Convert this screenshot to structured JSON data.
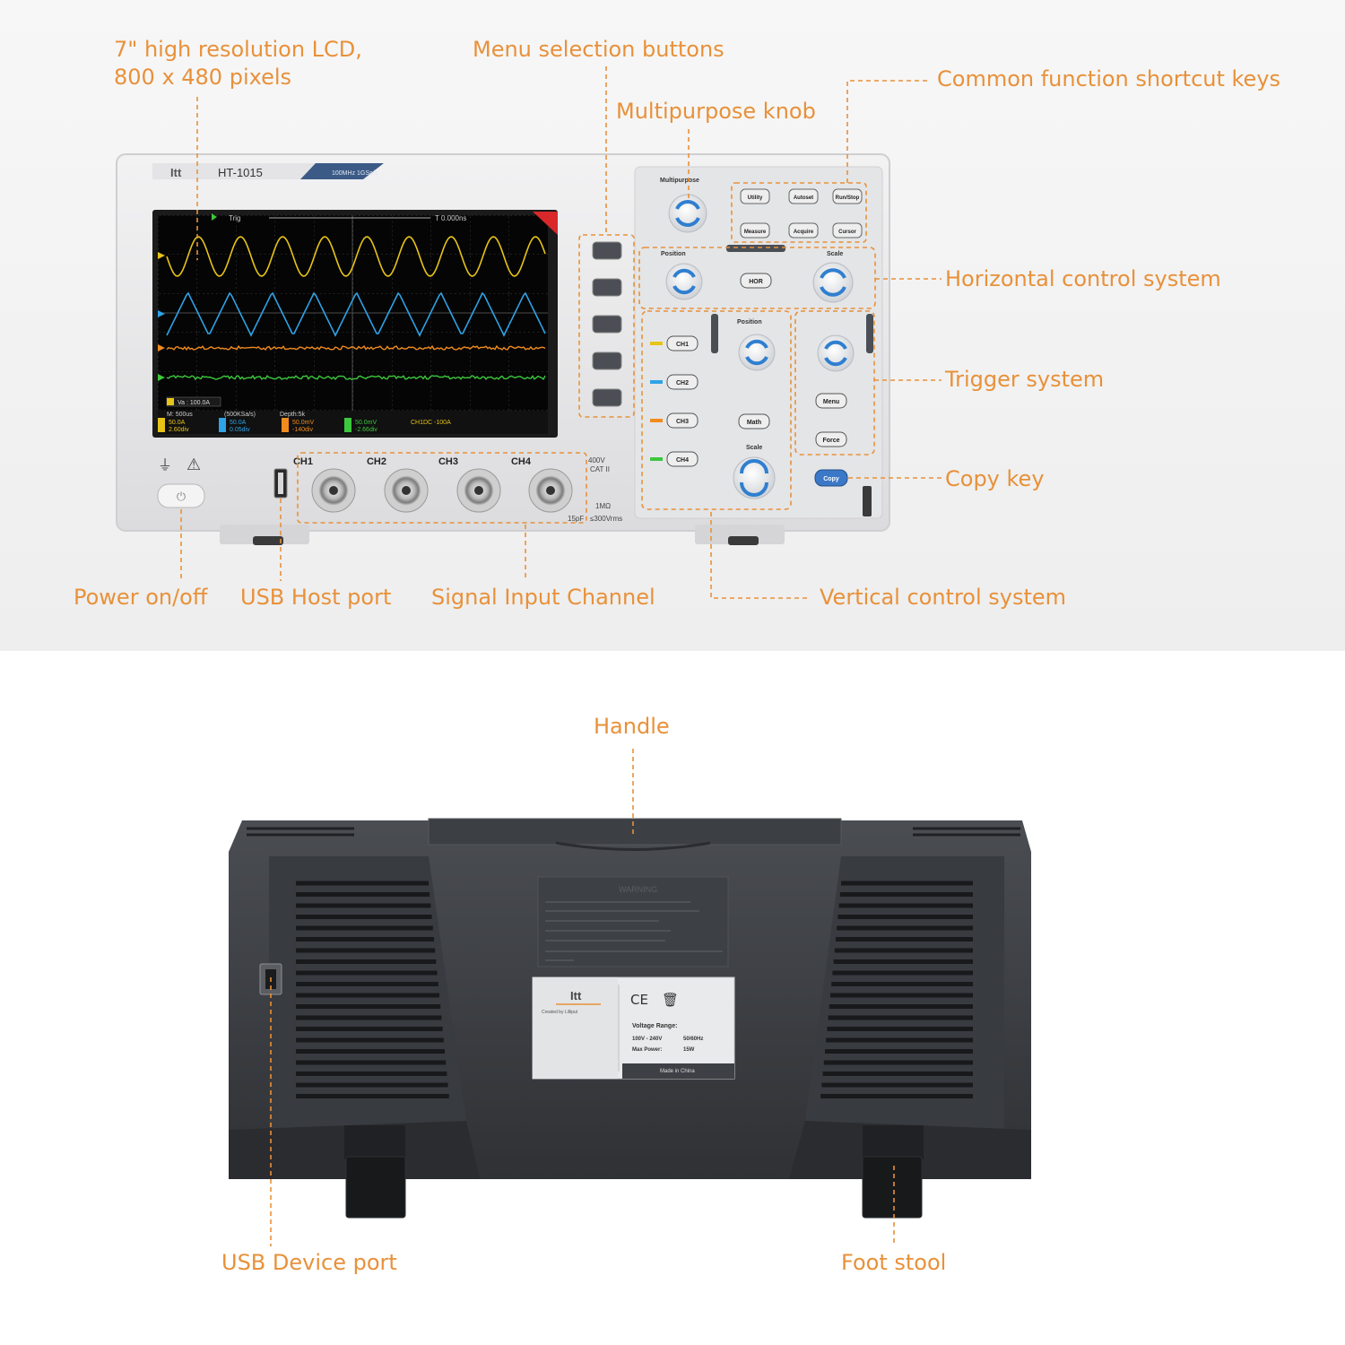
{
  "device": {
    "brand": "Itt",
    "model": "HT-1015",
    "spec_badge": "100MHz 1GSa/s",
    "lcd": {
      "trig_label": "Trig",
      "time_label": "T 0.000ns",
      "status_vrms": "Va : 100.0A",
      "timebase": "M: 500us",
      "sample": "(500KSa/s)",
      "depth": "Depth:5k",
      "ch1_scale": "50.0A",
      "ch1_div": "2.60div",
      "ch2_scale": "50.0A",
      "ch2_div": "0.05div",
      "ch3_scale": "50.0mV",
      "ch3_div": "-140div",
      "ch4_scale": "50.0mV",
      "ch4_div": "-2.66div",
      "trigger_info": "CH1DC -100A"
    },
    "buttons": {
      "multipurpose": "Multipurpose",
      "utility": "Utility",
      "autoset": "Autoset",
      "run_stop": "Run/Stop",
      "measure": "Measure",
      "acquire": "Acquire",
      "cursor": "Cursor",
      "position": "Position",
      "scale": "Scale",
      "hor": "HOR",
      "ch1": "CH1",
      "ch2": "CH2",
      "ch3": "CH3",
      "ch4": "CH4",
      "math": "Math",
      "menu": "Menu",
      "force": "Force",
      "copy": "Copy"
    },
    "front_labels": {
      "ch1": "CH1",
      "ch2": "CH2",
      "ch3": "CH3",
      "ch4": "CH4",
      "rating_v": "400V",
      "cat": "CAT II",
      "impedance": "1MΩ",
      "capacitance": "15pF",
      "max_v": "≤300Vrms"
    },
    "back_label": {
      "brand": "Itt",
      "tagline": "Created by Lilliput",
      "voltage_title": "Voltage Range:",
      "voltage": "100V - 240V",
      "freq": "50/60Hz",
      "power_title": "Max Power:",
      "power": "15W",
      "made": "Made in China",
      "warning": "WARNING"
    }
  },
  "callouts": {
    "lcd": "7\" high resolution LCD, 800 x 480 pixels",
    "menu_buttons": "Menu selection buttons",
    "multipurpose_knob": "Multipurpose knob",
    "shortcut_keys": "Common function shortcut keys",
    "horizontal": "Horizontal control system",
    "trigger": "Trigger system",
    "copy_key": "Copy key",
    "power": "Power on/off",
    "usb_host": "USB Host port",
    "signal_input": "Signal Input Channel",
    "vertical": "Vertical control system",
    "handle": "Handle",
    "usb_device": "USB Device port",
    "foot_stool": "Foot stool"
  },
  "colors": {
    "callout": "#e8913a",
    "ch1": "#e6c418",
    "ch2": "#2ea3e6",
    "ch3": "#f08c1e",
    "ch4": "#3cc83c",
    "panel": "#e9e9ea",
    "device_dark": "#3b3d41"
  }
}
